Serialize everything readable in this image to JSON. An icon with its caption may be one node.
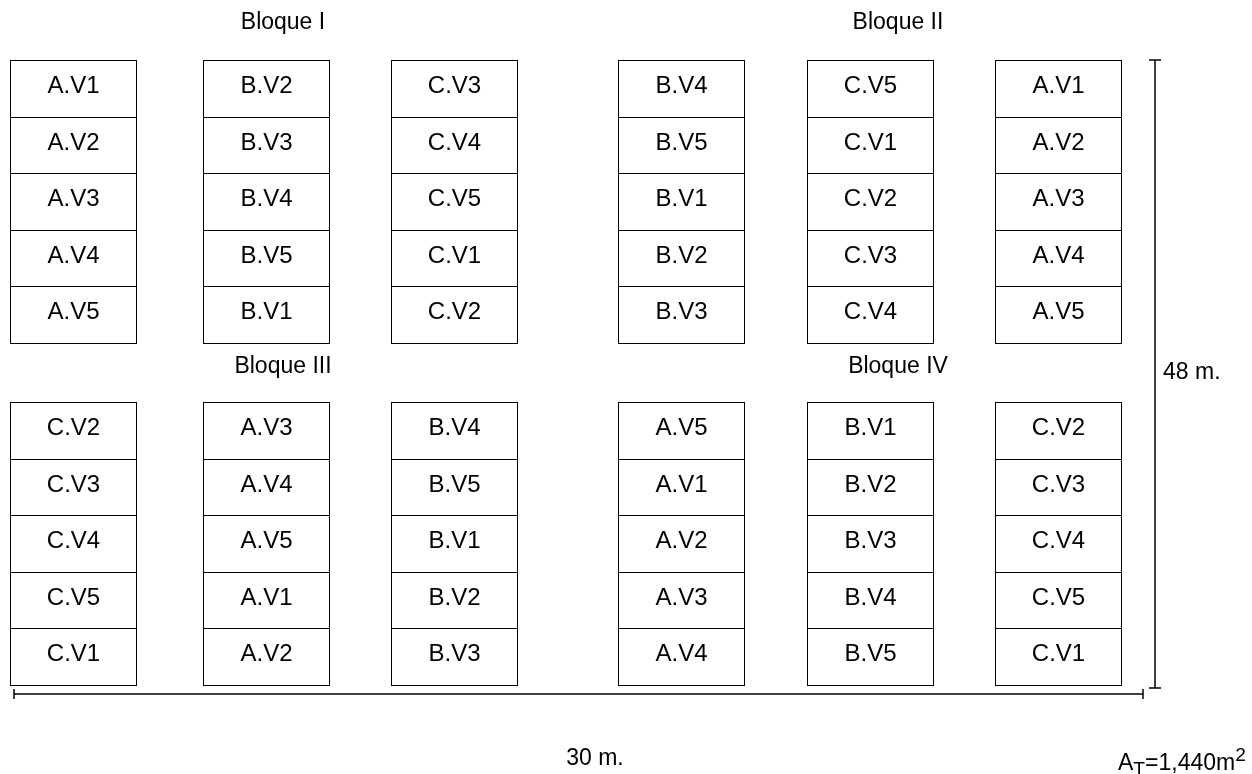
{
  "diagram": {
    "nodes": [
      {
        "text": [
          "A.V1"
        ]
      },
      {
        "text": [
          "A.V2"
        ]
      },
      {
        "text": [
          "A.V3"
        ]
      },
      {
        "text": [
          "A.V4"
        ]
      },
      {
        "text": [
          "A.V5"
        ]
      },
      {
        "text": [
          "B.V2"
        ]
      },
      {
        "text": [
          "B.V3"
        ]
      },
      {
        "text": [
          "B.V4"
        ]
      },
      {
        "text": [
          "B.V5"
        ]
      },
      {
        "text": [
          "B.V1"
        ]
      },
      {
        "text": [
          "C.V3"
        ]
      },
      {
        "text": [
          "C.V4"
        ]
      },
      {
        "text": [
          "C.V5"
        ]
      },
      {
        "text": [
          "C.V1"
        ]
      },
      {
        "text": [
          "C.V2"
        ]
      },
      {
        "text": [
          "B.V4"
        ]
      },
      {
        "text": [
          "B.V5"
        ]
      },
      {
        "text": [
          "B.V1"
        ]
      },
      {
        "text": [
          "B.V2"
        ]
      },
      {
        "text": [
          "B.V3"
        ]
      },
      {
        "text": [
          "C.V5"
        ]
      },
      {
        "text": [
          "C.V1"
        ]
      },
      {
        "text": [
          "C.V2"
        ]
      },
      {
        "text": [
          "C.V3"
        ]
      },
      {
        "text": [
          "C.V4"
        ]
      },
      {
        "text": [
          "A.V1"
        ]
      },
      {
        "text": [
          "A.V2"
        ]
      },
      {
        "text": [
          "A.V3"
        ]
      },
      {
        "text": [
          "A.V4"
        ]
      },
      {
        "text": [
          "A.V5"
        ]
      },
      {
        "text": [
          "C.V2"
        ]
      },
      {
        "text": [
          "C.V3"
        ]
      },
      {
        "text": [
          "C.V4"
        ]
      },
      {
        "text": [
          "C.V5"
        ]
      },
      {
        "text": [
          "C.V1"
        ]
      },
      {
        "text": [
          "A.V3"
        ]
      },
      {
        "text": [
          "A.V4"
        ]
      },
      {
        "text": [
          "A.V5"
        ]
      },
      {
        "text": [
          "A.V1"
        ]
      },
      {
        "text": [
          "A.V2"
        ]
      },
      {
        "text": [
          "B.V4"
        ]
      },
      {
        "text": [
          "B.V5"
        ]
      },
      {
        "text": [
          "B.V1"
        ]
      },
      {
        "text": [
          "B.V2"
        ]
      },
      {
        "text": [
          "B.V3"
        ]
      },
      {
        "text": [
          "A.V5"
        ]
      },
      {
        "text": [
          "A.V1"
        ]
      },
      {
        "text": [
          "A.V2"
        ]
      },
      {
        "text": [
          "A.V3"
        ]
      },
      {
        "text": [
          "A.V4"
        ]
      },
      {
        "text": [
          "B.V1"
        ]
      },
      {
        "text": [
          "B.V2"
        ]
      },
      {
        "text": [
          "B.V3"
        ]
      },
      {
        "text": [
          "B.V4"
        ]
      },
      {
        "text": [
          "B.V5"
        ]
      },
      {
        "text": [
          "C.V2"
        ]
      },
      {
        "text": [
          "C.V3"
        ]
      },
      {
        "text": [
          "C.V4"
        ]
      },
      {
        "text": [
          "C.V5"
        ]
      },
      {
        "text": [
          "C.V1"
        ]
      }
    ],
    "edges": [],
    "labels": [
      "Bloque I",
      "Bloque II",
      "Bloque III",
      "Bloque IV",
      "48 m.",
      "30 m.",
      "A$_{T}$=1,440m$^{2}$"
    ]
  }
}
